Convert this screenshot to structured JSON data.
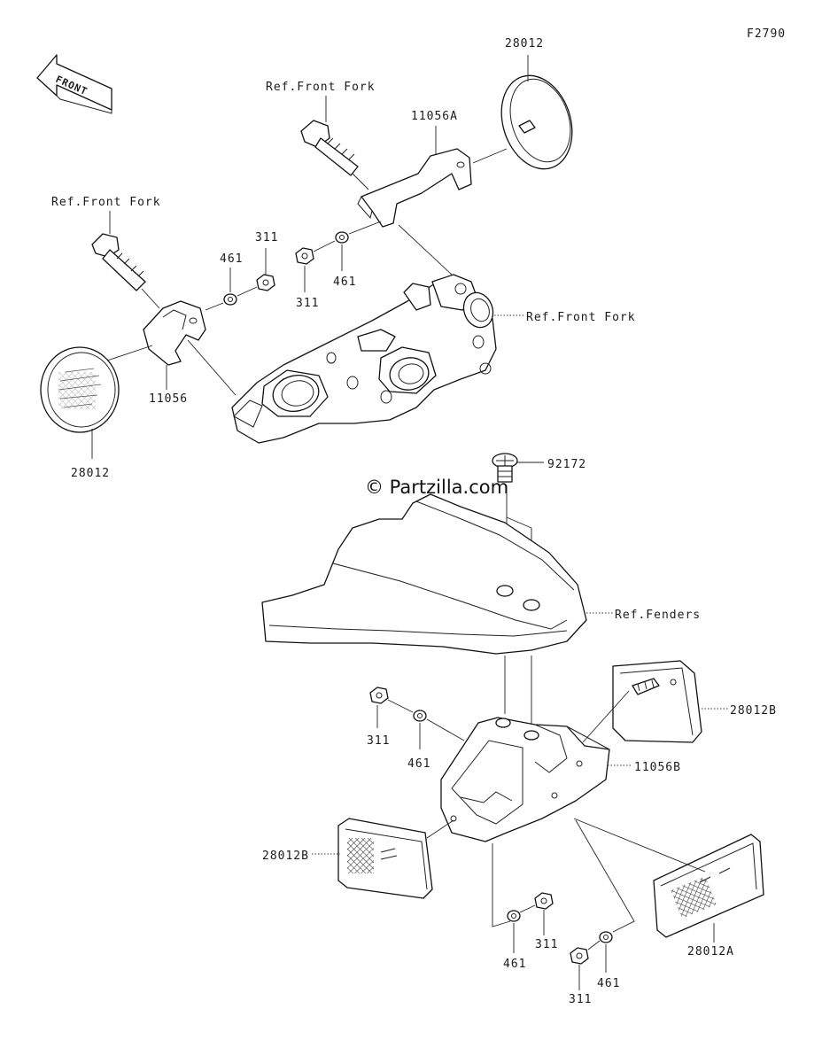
{
  "figure_code": "F2790",
  "watermark": "© Partzilla.com",
  "front_arrow": {
    "label": "FRONT"
  },
  "callouts": {
    "ref_front_fork_top": "Ref.Front Fork",
    "ref_front_fork_left": "Ref.Front Fork",
    "ref_front_fork_right": "Ref.Front Fork",
    "ref_fenders": "Ref.Fenders",
    "reflector_top_right": "28012",
    "reflector_left": "28012",
    "bracket_right": "11056A",
    "bracket_left": "11056",
    "washer_461_left": "461",
    "nut_311_left": "311",
    "nut_311_center": "311",
    "washer_461_center": "461",
    "screw_92172": "92172",
    "reflector_side_right": "28012B",
    "reflector_side_left": "28012B",
    "bracket_lower": "11056B",
    "nut_311_lower_left": "311",
    "washer_461_lower_left": "461",
    "reflector_rear": "28012A",
    "washer_461_bottom_a": "461",
    "nut_311_bottom_a": "311",
    "nut_311_bottom_b": "311",
    "washer_461_bottom_b": "461"
  }
}
